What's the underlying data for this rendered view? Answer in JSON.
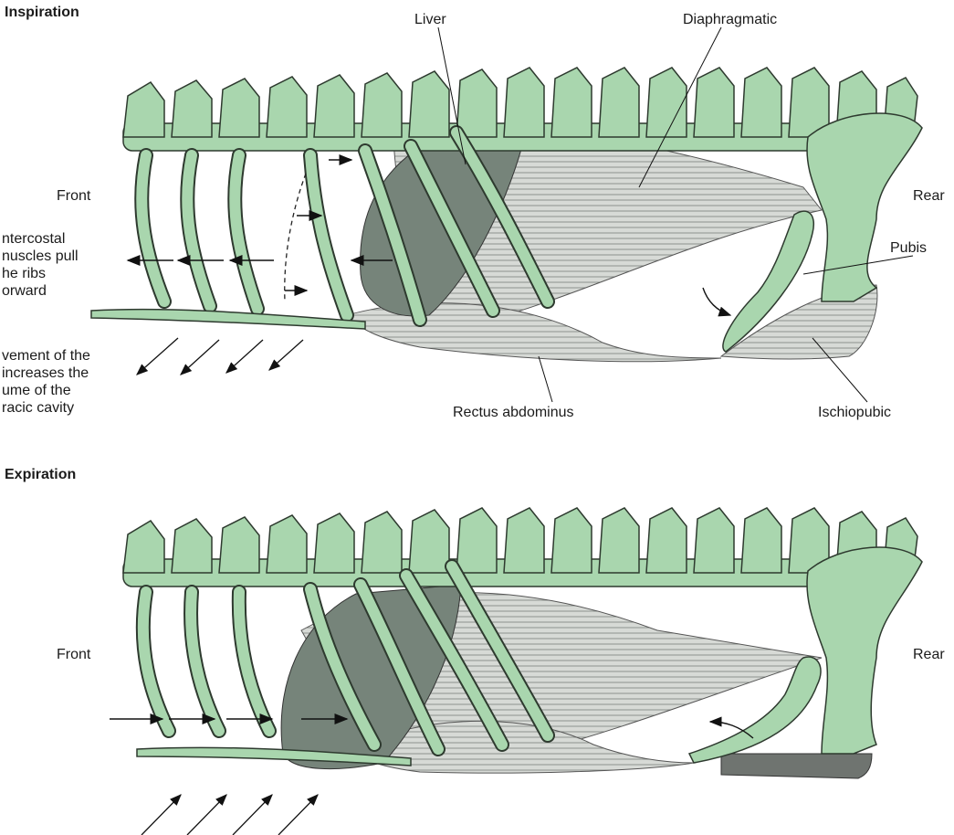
{
  "panels": {
    "top": {
      "heading": "Inspiration",
      "labels": {
        "front": "Front",
        "rear": "Rear",
        "liver": "Liver",
        "diaphragmatic": "Diaphragmatic",
        "pubis": "Pubis",
        "rectus": "Rectus abdominus",
        "ischiopubic": "Ischiopubic"
      },
      "notes": {
        "intercostal": [
          "ntercostal",
          "nuscles pull",
          "he ribs",
          "orward"
        ],
        "movement": [
          "vement of the",
          "increases the",
          "ume of the",
          "racic cavity"
        ]
      }
    },
    "bottom": {
      "heading": "Expiration",
      "labels": {
        "front": "Front",
        "rear": "Rear"
      }
    }
  },
  "colors": {
    "bone": "#a9d6ae",
    "bone_outline": "#2e3a2f",
    "liver": "#76847a",
    "muscle": "#c9cdc8"
  }
}
